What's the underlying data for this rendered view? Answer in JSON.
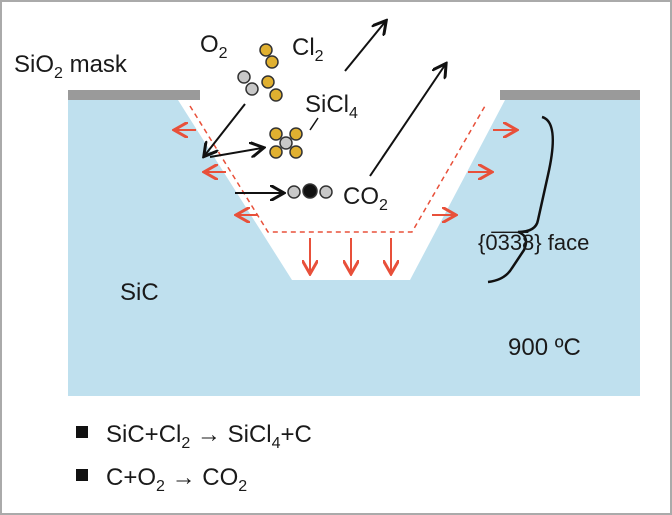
{
  "labels": {
    "mask": {
      "main": "SiO",
      "sub": "2",
      "rest": " mask"
    },
    "o2": {
      "main": "O",
      "sub": "2"
    },
    "cl2": {
      "main": "Cl",
      "sub": "2"
    },
    "sicl4": {
      "main": "SiCl",
      "sub": "4"
    },
    "co2": {
      "main": "CO",
      "sub": "2"
    },
    "face": "{0̅3̅3̅8} face",
    "sic": "SiC",
    "temperature": "900 ºC"
  },
  "equations": [
    {
      "a": "SiC+Cl",
      "a_sub": "2",
      "arrow": " → ",
      "b": "SiCl",
      "b_sub": "4",
      "c": "+C"
    },
    {
      "a": "C+O",
      "a_sub": "2",
      "arrow": " → ",
      "b": "CO",
      "b_sub": "2",
      "c": ""
    }
  ],
  "colors": {
    "substrate": "#bfe0ee",
    "mask": "#9a9a9a",
    "etch": "#e8503a",
    "chlorine": "#e0b030",
    "oxygen": "#c8c8c8"
  }
}
